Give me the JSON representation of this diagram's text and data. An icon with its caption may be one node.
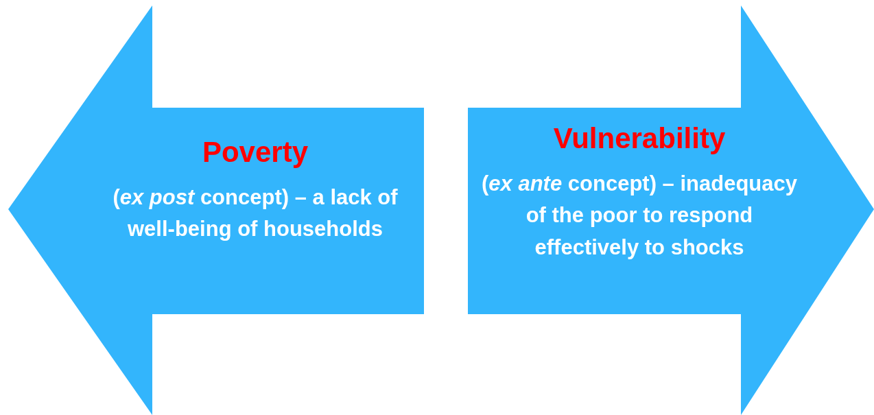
{
  "diagram": {
    "nodes": [
      {
        "text": [
          "Poverty",
          "(*ex post* concept) – a lack of well-being of households"
        ]
      },
      {
        "text": [
          "Vulnerability",
          "(*ex ante* concept) – inadequacy of the poor to respond effectively to shocks"
        ]
      }
    ]
  }
}
